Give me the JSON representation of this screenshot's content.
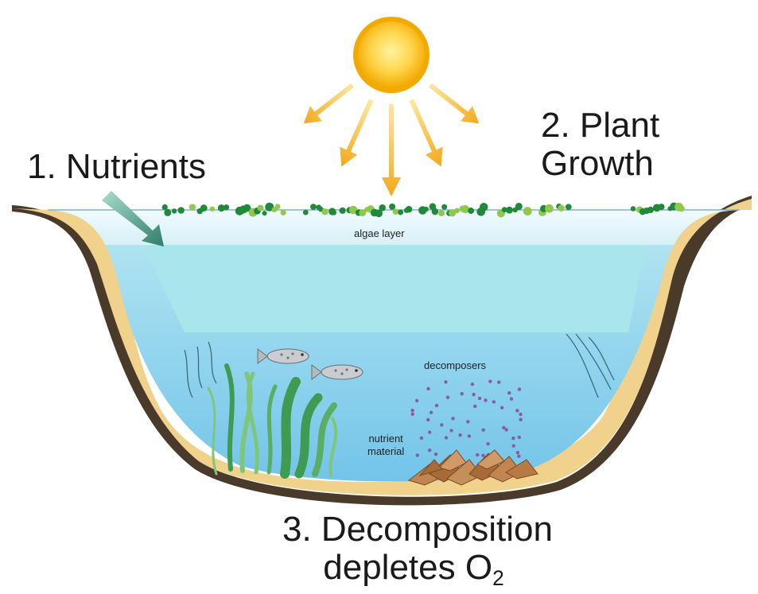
{
  "labels": {
    "nutrients": "1. Nutrients",
    "plant_growth_line1": "2. Plant",
    "plant_growth_line2": "Growth",
    "decomposition_line1": "3. Decomposition",
    "decomposition_line2_prefix": "depletes O",
    "decomposition_line2_sub": "2",
    "algae_layer": "algae layer",
    "decomposers": "decomposers",
    "nutrient_line1": "nutrient",
    "nutrient_line2": "material"
  },
  "colors": {
    "sun_core": "#ffd54a",
    "sun_edge": "#f2a900",
    "sun_rays": "#f6b21f",
    "sand": "#f0d28c",
    "sand_outline": "#4a3a2a",
    "water_surface": "#d8f1f6",
    "water_middle": "#a8e6ec",
    "water_deep": "#7fc9ea",
    "nutrient_arrow": "#2f7d6a",
    "algae_dark": "#1f8a3a",
    "algae_light": "#8fc84a",
    "seaweed": "#7ec77a",
    "seaweed_dark": "#3f9a52",
    "fish": "#c9ccd0",
    "decomposer_dots": "#8a5aa8",
    "leaf_litter": "#b87a45"
  },
  "icons": [
    "sun-icon",
    "fish-icon",
    "seaweed-icon",
    "leaf-litter-icon",
    "nutrient-arrow-icon"
  ]
}
